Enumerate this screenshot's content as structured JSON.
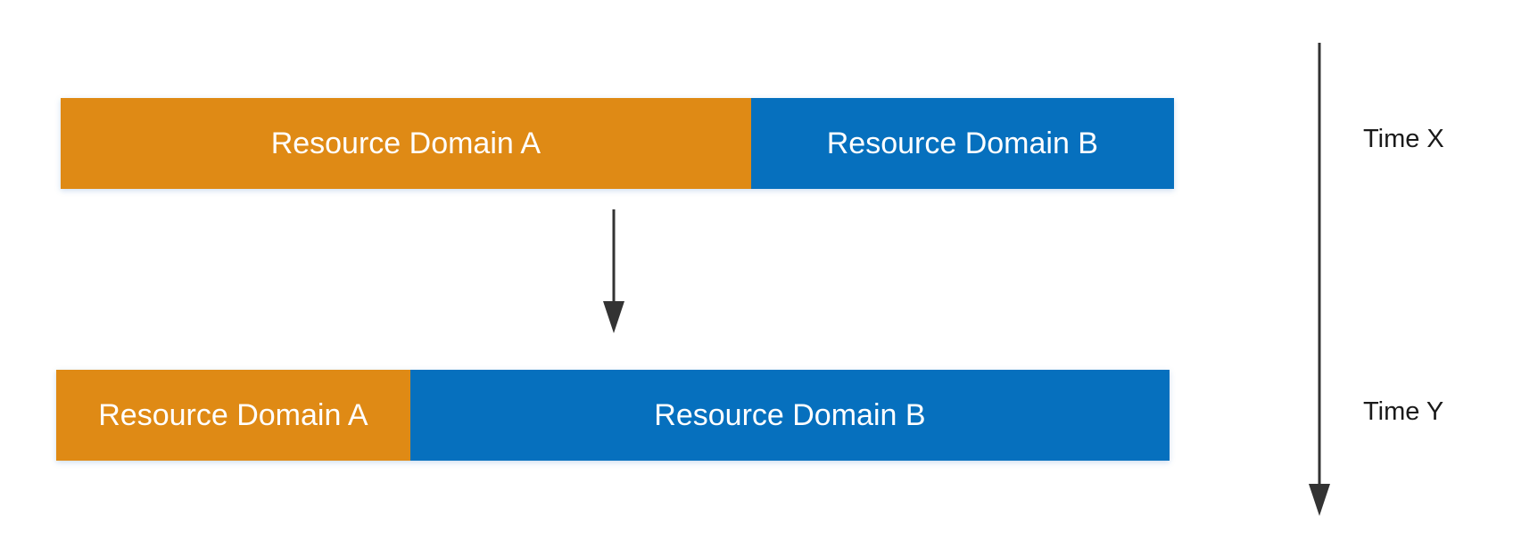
{
  "colors": {
    "domain_a": "#DF8A15",
    "domain_b": "#0670BE",
    "arrow": "#333333",
    "text_on_bar": "#FFFFFF"
  },
  "states": [
    {
      "time_label": "Time X",
      "segments": [
        {
          "label": "Resource Domain A",
          "share": 0.62
        },
        {
          "label": "Resource Domain B",
          "share": 0.38
        }
      ]
    },
    {
      "time_label": "Time Y",
      "segments": [
        {
          "label": "Resource Domain A",
          "share": 0.318
        },
        {
          "label": "Resource Domain B",
          "share": 0.682
        }
      ]
    }
  ]
}
